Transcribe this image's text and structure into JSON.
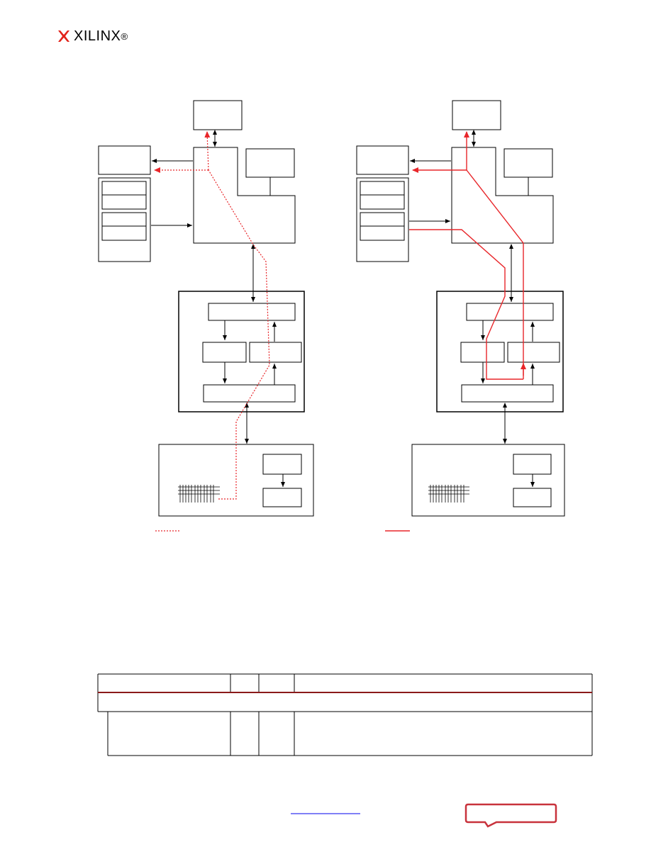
{
  "header": {
    "logo_text": "XILINX",
    "logo_mark": "xilinx-x-mark"
  },
  "figure": {
    "left_panel": {
      "path_style": "dotted",
      "path_color": "#e8262a"
    },
    "right_panel": {
      "path_style": "solid",
      "path_color": "#e8262a"
    }
  },
  "table": {
    "header_rule_color": "#8b1a1a"
  },
  "footer": {
    "link_text": "",
    "feedback_badge_color": "#c8323c"
  }
}
